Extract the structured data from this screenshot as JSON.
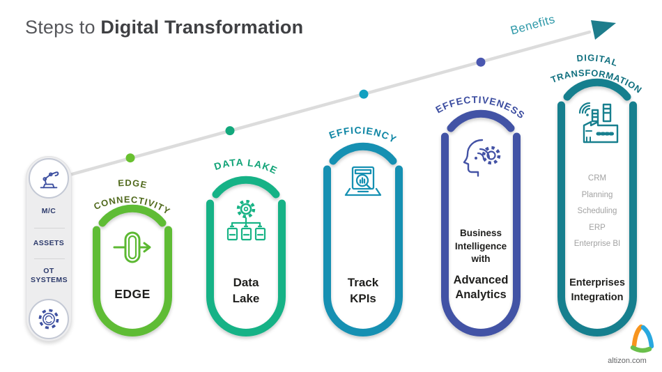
{
  "title": {
    "prefix": "Steps to",
    "emphasis": "Digital Transformation"
  },
  "benefits": {
    "label": "Benefits",
    "color": "#2d98a8",
    "arrow_color": "#1e7d8c"
  },
  "input_stack": {
    "top_icon": "robot-arm-icon",
    "bottom_icon": "gear-icon",
    "items": [
      "M/C",
      "ASSETS",
      "OT SYSTEMS"
    ],
    "text_color": "#2c3a6b"
  },
  "stages": [
    {
      "name": "edge-connectivity",
      "arc_label": [
        "EDGE",
        "CONNECTIVITY"
      ],
      "body": [
        "EDGE"
      ],
      "icon": "edge-link-arrow-icon",
      "color": "#5ebc35",
      "label_color": "#50691c",
      "dot_color": "#68c02f"
    },
    {
      "name": "data-lake",
      "arc_label": [
        "DATA LAKE"
      ],
      "body": [
        "Data",
        "Lake"
      ],
      "icon": "gear-distribution-icon",
      "color": "#16b286",
      "label_color": "#11a377",
      "dot_color": "#12a87c"
    },
    {
      "name": "efficiency",
      "arc_label": [
        "EFFICIENCY"
      ],
      "body": [
        "Track",
        "KPIs"
      ],
      "icon": "laptop-analytics-icon",
      "color": "#1590b2",
      "label_color": "#0d85a4",
      "dot_color": "#12a0c0"
    },
    {
      "name": "effectiveness",
      "arc_label": [
        "EFFECTIVENESS"
      ],
      "body_top": [
        "Business",
        "Intelligence",
        "with"
      ],
      "body": [
        "Advanced",
        "Analytics"
      ],
      "icon": "head-gear-signal-icon",
      "color": "#4352a5",
      "label_color": "#3c4da0",
      "dot_color": "#4a57b0"
    },
    {
      "name": "digital-transformation",
      "arc_label": [
        "DIGITAL",
        "TRANSFORMATION"
      ],
      "services": [
        "CRM",
        "Planning",
        "Scheduling",
        "ERP",
        "Enterprise BI"
      ],
      "body": [
        "Enterprises",
        "Integration"
      ],
      "icon": "smart-factory-icon",
      "color": "#177f8e",
      "label_color": "#11707f",
      "dot_color": "#177f8e"
    }
  ],
  "footer": {
    "brand": "altizon.com",
    "logo": "altizon-triangle-logo",
    "logo_colors": [
      "#f7941e",
      "#29a8df",
      "#6abf4b"
    ]
  }
}
